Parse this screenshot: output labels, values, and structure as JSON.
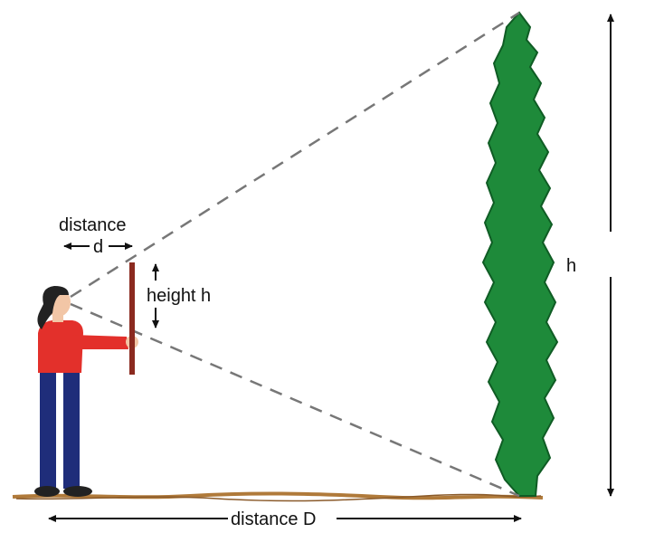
{
  "labels": {
    "distance_small_top": "distance",
    "distance_small_d": "d",
    "height_small": "height h",
    "height_tree": "h",
    "distance_large": "distance D"
  },
  "colors": {
    "tree_fill": "#1e8a3a",
    "tree_stroke": "#0f5c24",
    "stick": "#8b2a1f",
    "shirt": "#e3302b",
    "pants": "#1f2d7a",
    "skin": "#f2c6a6",
    "hair": "#222222",
    "ground": "#b07a3a",
    "dashed_line": "#777777",
    "arrow": "#111111"
  },
  "icons": [
    "person-figure",
    "sighting-stick",
    "tree"
  ]
}
